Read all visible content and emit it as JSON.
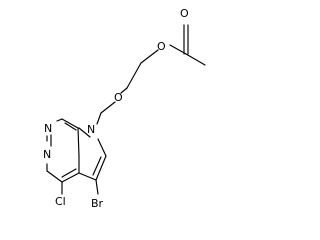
{
  "atoms": {
    "O_carbonyl": "O",
    "O_ester": "O",
    "O_ether": "O",
    "N_ring_top": "N",
    "N_ring_bottom": "N",
    "N_pyrrole": "N",
    "Cl": "Cl",
    "Br": "Br"
  }
}
